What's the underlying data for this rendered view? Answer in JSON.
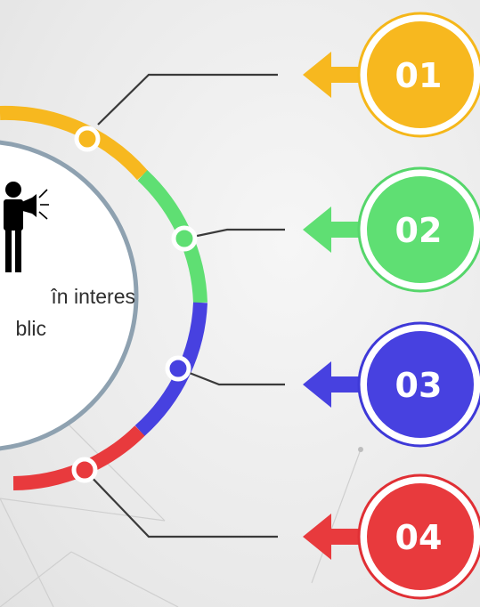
{
  "center": {
    "line1": "în interes",
    "line2": "blic",
    "icon": "person-megaphone-icon"
  },
  "steps": [
    {
      "number": "01",
      "color": "#f7b81f",
      "ring": "#f5b71a"
    },
    {
      "number": "02",
      "color": "#5fdf73",
      "ring": "#56d66b"
    },
    {
      "number": "03",
      "color": "#4741e0",
      "ring": "#3e39d8"
    },
    {
      "number": "04",
      "color": "#e83a3d",
      "ring": "#e02f34"
    }
  ],
  "colors": {
    "circle_border": "#8ea1b0",
    "connector": "#3a3a3a"
  }
}
